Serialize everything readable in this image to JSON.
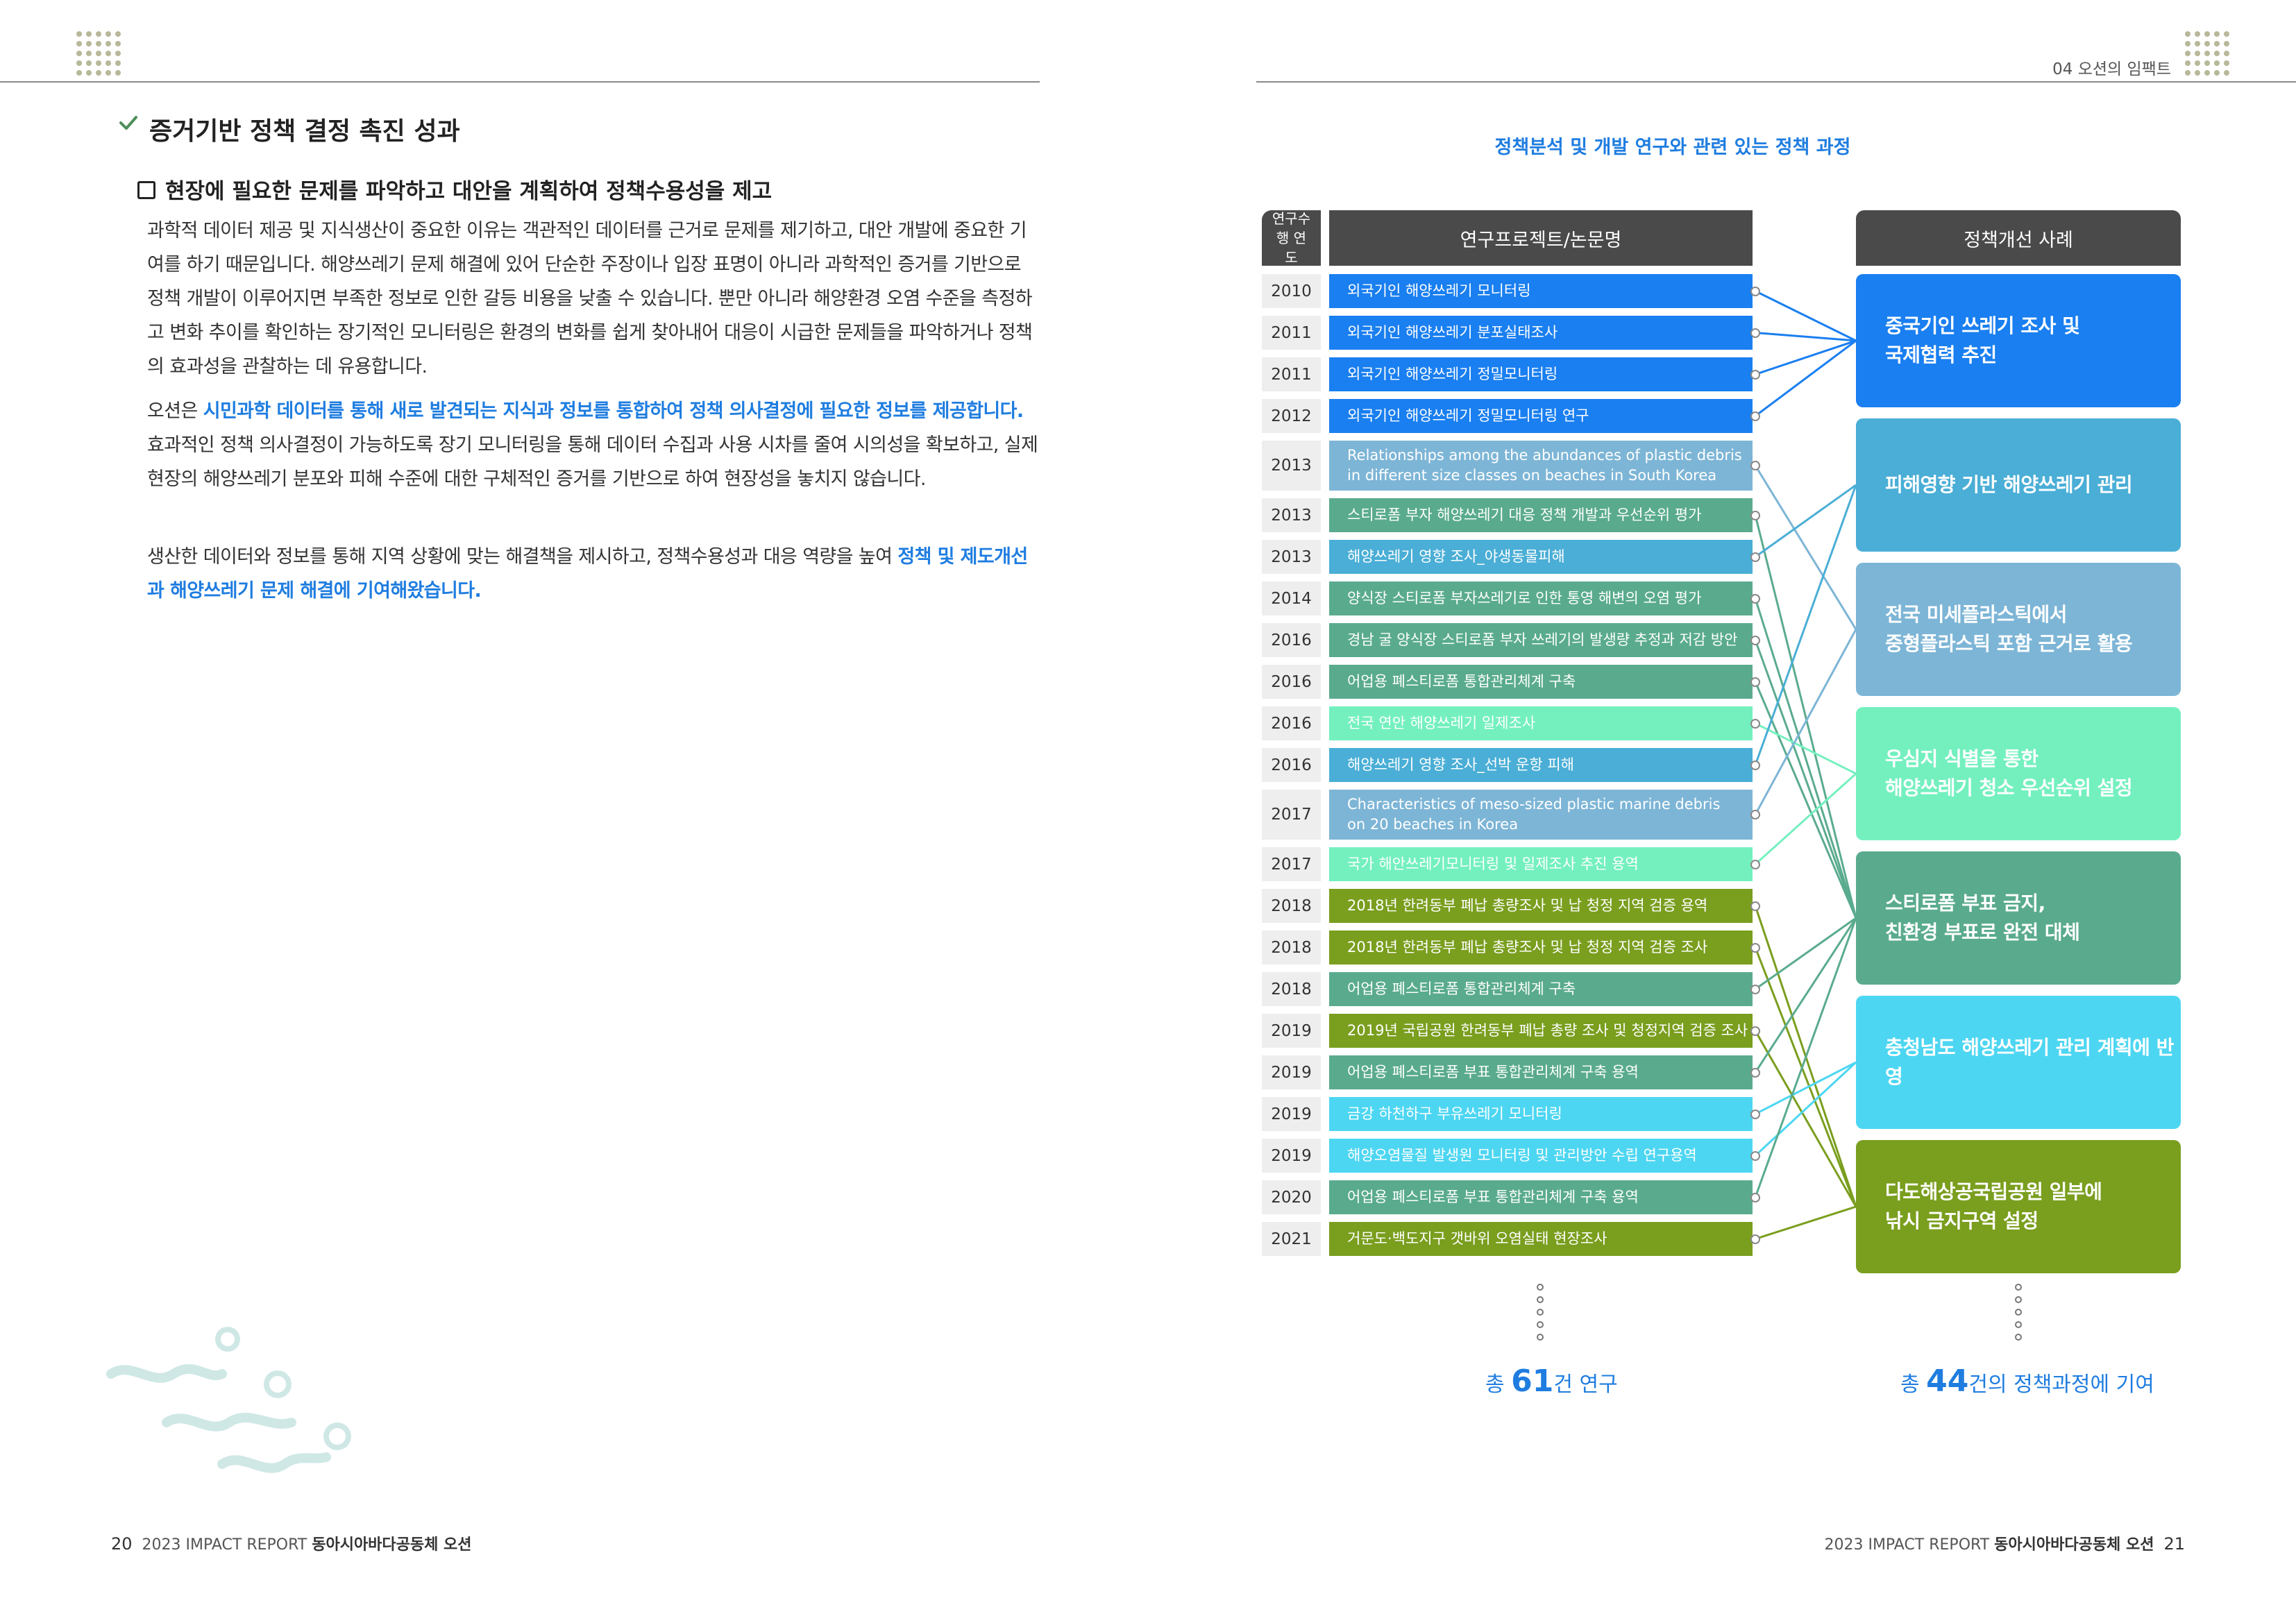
{
  "left": {
    "section_title": "증거기반 정책 결정 촉진 성과",
    "subhead": "현장에 필요한 문제를 파악하고 대안을 계획하여 정책수용성을 제고",
    "para1": "과학적 데이터 제공 및 지식생산이 중요한 이유는 객관적인 데이터를 근거로 문제를 제기하고, 대안 개발에 중요한 기여를 하기 때문입니다. 해양쓰레기 문제 해결에 있어 단순한 주장이나 입장 표명이 아니라 과학적인 증거를 기반으로 정책 개발이 이루어지면 부족한 정보로 인한 갈등 비용을 낮출 수 있습니다. 뿐만 아니라 해양환경 오염 수준을 측정하고 변화 추이를 확인하는 장기적인 모니터링은 환경의 변화를 쉽게 찾아내어 대응이 시급한 문제들을 파악하거나 정책의 효과성을 관찰하는 데 유용합니다.",
    "para2_a": "오션은 ",
    "para2_b": "시민과학 데이터를 통해 새로 발견되는 지식과 정보를 통합하여 정책 의사결정에 필요한 정보를 제공합니다.",
    "para2_c": " 효과적인 정책 의사결정이 가능하도록 장기 모니터링을 통해 데이터 수집과 사용 시차를 줄여 시의성을 확보하고, 실제 현장의 해양쓰레기 분포와 피해 수준에 대한 구체적인 증거를 기반으로 하여 현장성을 놓치지 않습니다.",
    "para3_a": "생산한 데이터와 정보를 통해 지역 상황에 맞는 해결책을 제시하고, 정책수용성과 대응 역량을 높여 ",
    "para3_b": "정책 및 제도개선과 해양쓰레기 문제 해결에 기여해왔습니다."
  },
  "right": {
    "chapter": "04  오션의 임팩트",
    "chart_title": "정책분석 및 개발 연구와 관련 있는 정책 과정",
    "header_year": "연구수행 연도",
    "header_project": "연구프로젝트/논문명",
    "header_case": "정책개선 사례",
    "rows": [
      {
        "year": "2010",
        "title": "외국기인 해양쓰레기 모니터링",
        "color": "#1a7ff0"
      },
      {
        "year": "2011",
        "title": "외국기인 해양쓰레기 분포실태조사",
        "color": "#1a7ff0"
      },
      {
        "year": "2011",
        "title": "외국기인 해양쓰레기 정밀모니터링",
        "color": "#1a7ff0"
      },
      {
        "year": "2012",
        "title": "외국기인 해양쓰레기 정밀모니터링 연구",
        "color": "#1a7ff0"
      },
      {
        "year": "2013",
        "title": "Relationships among the abundances of plastic debris",
        "title2": "in different size classes on beaches in South Korea",
        "color": "#7db5d6"
      },
      {
        "year": "2013",
        "title": "스티로폼 부자 해양쓰레기 대응 정책 개발과 우선순위 평가",
        "color": "#5aab8e"
      },
      {
        "year": "2013",
        "title": "해양쓰레기 영향 조사_야생동물피해",
        "color": "#4aaed6"
      },
      {
        "year": "2014",
        "title": "양식장 스티로폼 부자쓰레기로 인한 통영 해변의 오염 평가",
        "color": "#5aab8e"
      },
      {
        "year": "2016",
        "title": "경남 굴 양식장 스티로폼 부자 쓰레기의 발생량 추정과 저감 방안",
        "color": "#5aab8e"
      },
      {
        "year": "2016",
        "title": "어업용 폐스티로폼 통합관리체계 구축",
        "color": "#5aab8e"
      },
      {
        "year": "2016",
        "title": "전국 연안 해양쓰레기 일제조사",
        "color": "#74f0bf"
      },
      {
        "year": "2016",
        "title": "해양쓰레기 영향 조사_선박 운항 피해",
        "color": "#4aaed6"
      },
      {
        "year": "2017",
        "title": "Characteristics of meso-sized plastic marine debris",
        "title2": "on 20 beaches in Korea",
        "color": "#7db5d6"
      },
      {
        "year": "2017",
        "title": "국가 해안쓰레기모니터링 및 일제조사 추진 용역",
        "color": "#74f0bf"
      },
      {
        "year": "2018",
        "title": "2018년 한려동부 폐납 총량조사 및 납 청정 지역 검증 용역",
        "color": "#7a9e1e"
      },
      {
        "year": "2018",
        "title": "2018년 한려동부 폐납 총량조사 및 납 청정 지역 검증 조사",
        "color": "#7a9e1e"
      },
      {
        "year": "2018",
        "title": "어업용 폐스티로폼 통합관리체계 구축",
        "color": "#5aab8e"
      },
      {
        "year": "2019",
        "title": "2019년 국립공원 한려동부 폐납 총량 조사 및 청정지역 검증 조사",
        "color": "#7a9e1e"
      },
      {
        "year": "2019",
        "title": "어업용 폐스티로폼 부표 통합관리체계 구축 용역",
        "color": "#5aab8e"
      },
      {
        "year": "2019",
        "title": "금강 하천하구 부유쓰레기 모니터링",
        "color": "#4dd6f2"
      },
      {
        "year": "2019",
        "title": "해양오염물질 발생원 모니터링 및 관리방안 수립 연구용역",
        "color": "#4dd6f2"
      },
      {
        "year": "2020",
        "title": "어업용 폐스티로폼 부표 통합관리체계 구축 용역",
        "color": "#5aab8e"
      },
      {
        "year": "2021",
        "title": "거문도·백도지구 갯바위 오염실태 현장조사",
        "color": "#7a9e1e"
      }
    ],
    "cases": [
      {
        "line1": "중국기인 쓰레기 조사 및",
        "line2": "국제협력 추진",
        "color": "#1a7ff0"
      },
      {
        "line1": "피해영향 기반 해양쓰레기 관리",
        "line2": "",
        "color": "#4aaed6"
      },
      {
        "line1": "전국 미세플라스틱에서",
        "line2": "중형플라스틱 포함 근거로 활용",
        "color": "#7db5d6"
      },
      {
        "line1": "우심지 식별을 통한",
        "line2": "해양쓰레기 청소 우선순위 설정",
        "color": "#74f0bf"
      },
      {
        "line1": "스티로폼 부표 금지,",
        "line2": "친환경 부표로 완전 대체",
        "color": "#5aab8e"
      },
      {
        "line1": "충청남도 해양쓰레기 관리 계획에 반영",
        "line2": "",
        "color": "#4dd6f2"
      },
      {
        "line1": "다도해상공국립공원 일부에",
        "line2": "낚시 금지구역 설정",
        "color": "#7a9e1e"
      }
    ],
    "links": [
      [
        0,
        0
      ],
      [
        1,
        0
      ],
      [
        2,
        0
      ],
      [
        3,
        0
      ],
      [
        4,
        2
      ],
      [
        5,
        4
      ],
      [
        6,
        1
      ],
      [
        7,
        4
      ],
      [
        8,
        4
      ],
      [
        9,
        4
      ],
      [
        10,
        3
      ],
      [
        11,
        1
      ],
      [
        12,
        2
      ],
      [
        13,
        3
      ],
      [
        14,
        6
      ],
      [
        15,
        6
      ],
      [
        16,
        4
      ],
      [
        17,
        6
      ],
      [
        18,
        4
      ],
      [
        19,
        5
      ],
      [
        20,
        5
      ],
      [
        21,
        4
      ],
      [
        22,
        6
      ]
    ],
    "total_research_pre": "총 ",
    "total_research_num": "61",
    "total_research_post": "건 연구",
    "total_policy_pre": "총 ",
    "total_policy_num": "44",
    "total_policy_post": "건의 정책과정에 기여"
  },
  "footer": {
    "left_page": "20",
    "right_page": "21",
    "report": "2023 IMPACT REPORT",
    "org": "동아시아바다공동체 오션"
  }
}
